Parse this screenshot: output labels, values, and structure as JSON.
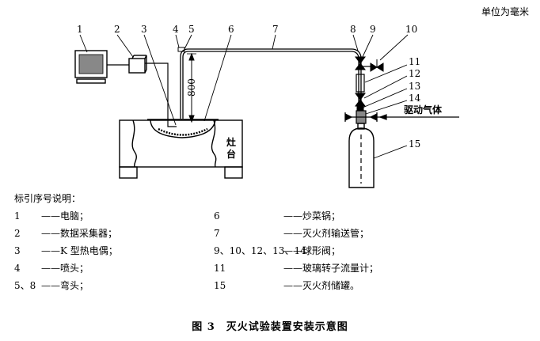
{
  "units_note": "单位为毫米",
  "diagram": {
    "callouts": [
      "1",
      "2",
      "3",
      "4",
      "5",
      "6",
      "7",
      "8",
      "9",
      "10",
      "11",
      "12",
      "13",
      "14",
      "15"
    ],
    "dimension_label": "800",
    "stove_label_line1": "灶",
    "stove_label_line2": "台",
    "gas_label": "驱动气体"
  },
  "legend": {
    "title": "标引序号说明：",
    "items": [
      {
        "num": "1",
        "desc": "——电脑；"
      },
      {
        "num": "2",
        "desc": "——数据采集器；"
      },
      {
        "num": "3",
        "desc": "——K 型热电偶；"
      },
      {
        "num": "4",
        "desc": "——喷头；"
      },
      {
        "num": "5、8",
        "desc": "——弯头；"
      },
      {
        "num": "6",
        "desc": "——炒菜锅；"
      },
      {
        "num": "7",
        "desc": "——灭火剂输送管；"
      },
      {
        "num": "9、10、12、13、14",
        "desc": "——球形阀；"
      },
      {
        "num": "11",
        "desc": "——玻璃转子流量计；"
      },
      {
        "num": "15",
        "desc": "——灭火剂储罐。"
      }
    ]
  },
  "caption": "图 3　灭火试验装置安装示意图"
}
